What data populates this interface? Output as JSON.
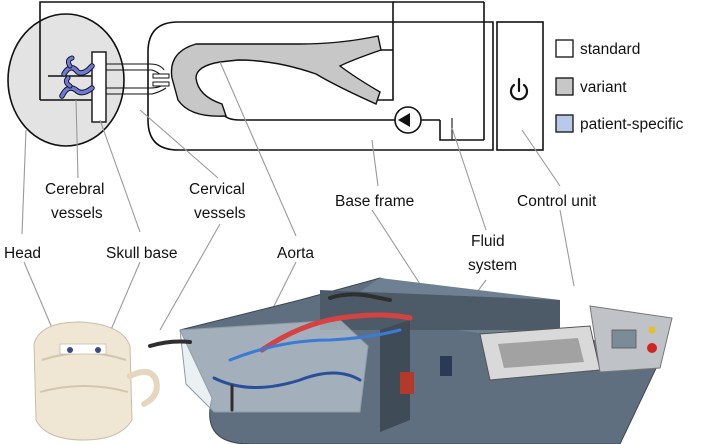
{
  "legend": {
    "items": [
      {
        "key": "standard",
        "label": "standard",
        "color": "#ffffff"
      },
      {
        "key": "variant",
        "label": "variant",
        "color": "#c7c7c7"
      },
      {
        "key": "patient_specific",
        "label": "patient-specific",
        "color": "#b8c9ea"
      }
    ]
  },
  "labels": {
    "cerebral_vessels_1": "Cerebral",
    "cerebral_vessels_2": "vessels",
    "cervical_vessels_1": "Cervical",
    "cervical_vessels_2": "vessels",
    "base_frame": "Base frame",
    "control_unit": "Control unit",
    "head": "Head",
    "skull_base": "Skull base",
    "aorta": "Aorta",
    "fluid_system_1": "Fluid",
    "fluid_system_2": "system"
  },
  "icons": {
    "power": "power-icon",
    "pump": "pump-icon"
  },
  "colors": {
    "variant_fill": "#c7c7c7",
    "patient_fill": "#6e78d8",
    "head_fill": "#e3e3e3",
    "frame_fill": "#5f6f80"
  }
}
